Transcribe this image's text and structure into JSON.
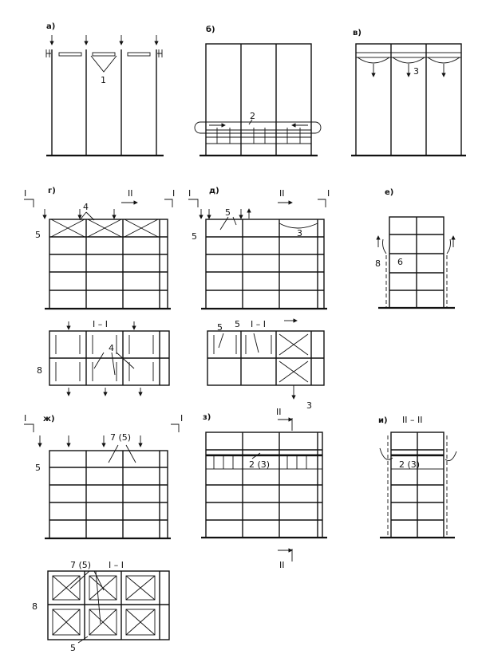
{
  "panels": {
    "a": {
      "letter": "а)",
      "callouts": [
        "1"
      ]
    },
    "b": {
      "letter": "б)",
      "callouts": [
        "2"
      ]
    },
    "v": {
      "letter": "в)",
      "callouts": [
        "3"
      ]
    },
    "g": {
      "letter": "г)",
      "callouts": [
        "4",
        "5"
      ],
      "section_marks": [
        "I",
        "II",
        "I"
      ],
      "section_label": "I – I",
      "section_callouts": [
        "4",
        "8"
      ]
    },
    "d": {
      "letter": "д)",
      "callouts": [
        "5",
        "5",
        "3"
      ],
      "section_marks": [
        "I",
        "II",
        "I"
      ],
      "section_label": "I – I",
      "section_callouts": [
        "5",
        "5",
        "3"
      ]
    },
    "e": {
      "letter": "е)",
      "callouts": [
        "8",
        "6"
      ]
    },
    "zh": {
      "letter": "ж)",
      "callouts": [
        "7 (5)",
        "5"
      ],
      "section_marks": [
        "I",
        "I"
      ],
      "section_label": "I – I",
      "section_callouts": [
        "7 (5)",
        "8",
        "5"
      ]
    },
    "z": {
      "letter": "з)",
      "callouts": [
        "2 (3)"
      ],
      "section_marks": [
        "II",
        "II"
      ]
    },
    "i": {
      "letter": "и)",
      "callouts": [
        "2 (3)"
      ],
      "section_label": "II – II"
    }
  }
}
